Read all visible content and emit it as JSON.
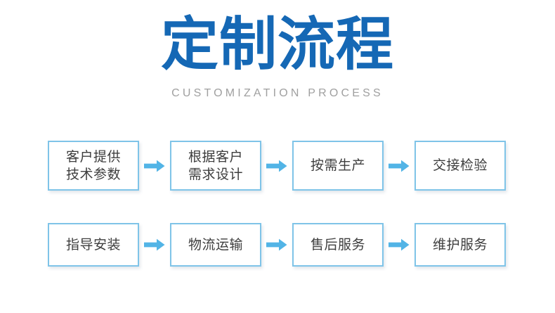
{
  "header": {
    "title": "定制流程",
    "subtitle": "CUSTOMIZATION PROCESS",
    "title_color": "#1568b5",
    "subtitle_color": "#a0a0a0"
  },
  "theme": {
    "background": "#ffffff",
    "box_border": "#7fc4e8",
    "box_fill": "#ffffff",
    "box_text": "#3d3d3d",
    "arrow": "#52b4e6"
  },
  "flow": {
    "rows": [
      {
        "row_name": "row-1",
        "steps": [
          {
            "label": "客户提供\n技术参数",
            "index": "1"
          },
          {
            "label": "根据客户\n需求设计",
            "index": "2"
          },
          {
            "label": "按需生产",
            "index": "3"
          },
          {
            "label": "交接检验",
            "index": "4"
          }
        ],
        "arrows": [
          "arrow-right-icon",
          "arrow-right-icon",
          "arrow-right-icon"
        ]
      },
      {
        "row_name": "row-2",
        "steps": [
          {
            "label": "指导安装",
            "index": "5"
          },
          {
            "label": "物流运输",
            "index": "6"
          },
          {
            "label": "售后服务",
            "index": "7"
          },
          {
            "label": "维护服务",
            "index": "8"
          }
        ],
        "arrows": [
          "arrow-right-icon",
          "arrow-right-icon",
          "arrow-right-icon"
        ]
      }
    ]
  }
}
